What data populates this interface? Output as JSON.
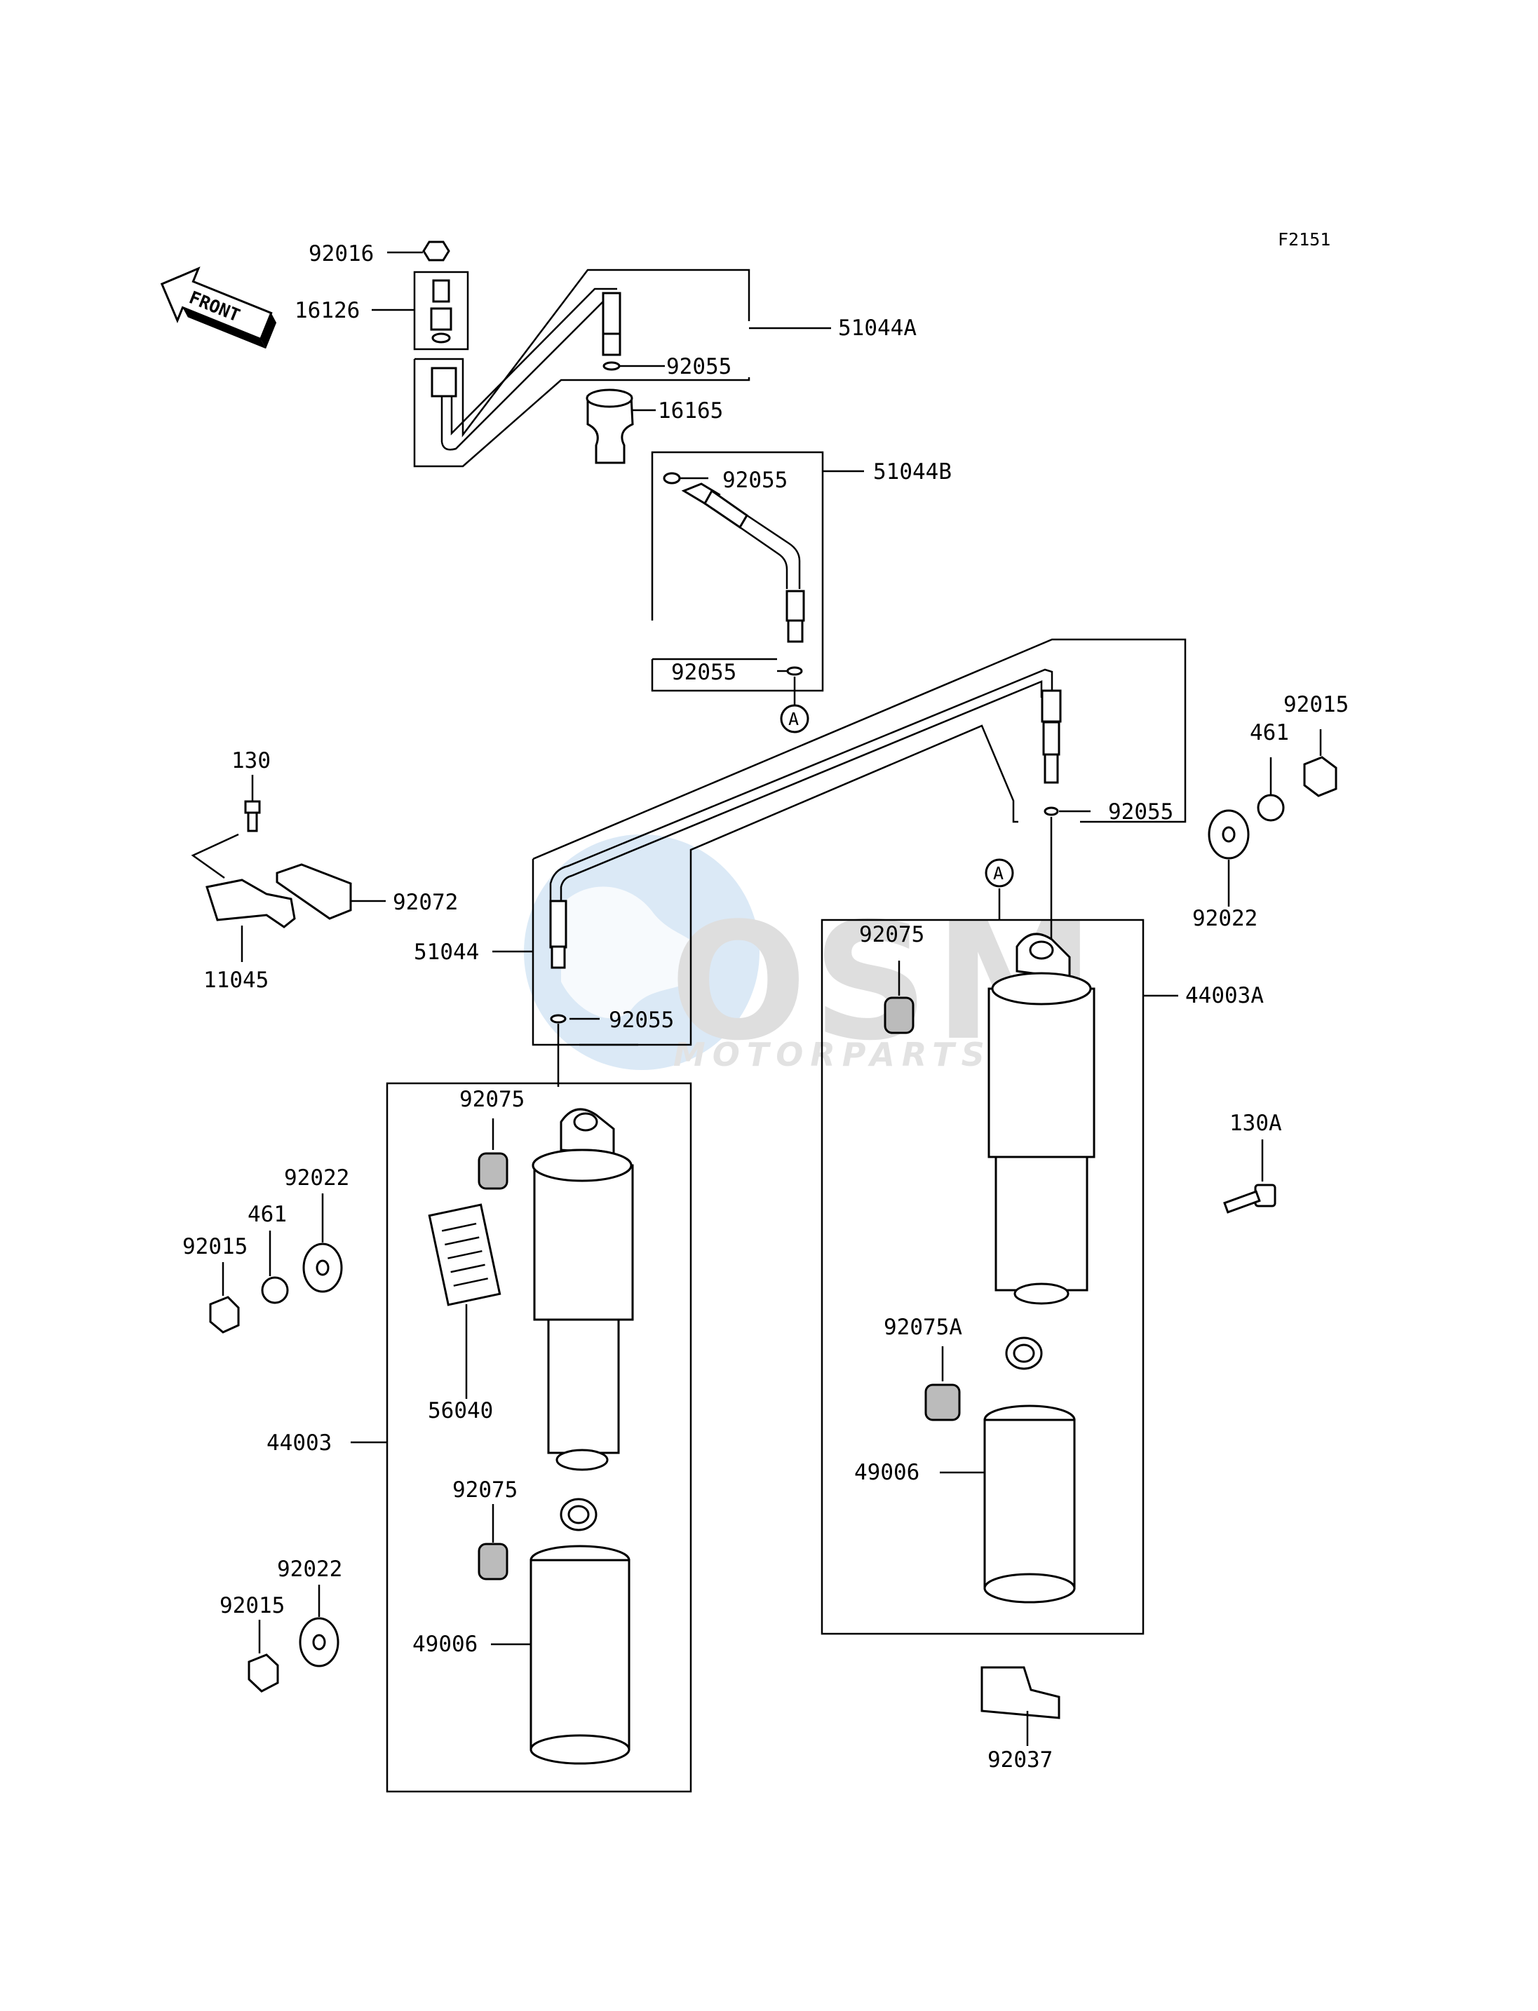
{
  "figure_code": "F2151",
  "front_label": "FRONT",
  "ref_circle_label": "A",
  "watermark": {
    "logo_text": "OSM",
    "sub_text": "MOTORPARTS"
  },
  "labels": {
    "p92016": "92016",
    "p16126": "16126",
    "p51044A": "51044A",
    "p92055_a": "92055",
    "p16165": "16165",
    "p92055_b": "92055",
    "p51044B": "51044B",
    "p92055_c": "92055",
    "p92015_r": "92015",
    "p461_r": "461",
    "p130": "130",
    "p92055_d": "92055",
    "p92022_r": "92022",
    "p92072": "92072",
    "p92075_r": "92075",
    "p44003A": "44003A",
    "p51044": "51044",
    "p11045": "11045",
    "p92055_e": "92055",
    "p92075_l1": "92075",
    "p130A": "130A",
    "p92022_l1": "92022",
    "p461_l": "461",
    "p92015_l1": "92015",
    "p92075A": "92075A",
    "p56040": "56040",
    "p44003": "44003",
    "p49006_r": "49006",
    "p92075_l2": "92075",
    "p92022_l2": "92022",
    "p92015_l2": "92015",
    "p49006_l": "49006",
    "p92037": "92037"
  }
}
